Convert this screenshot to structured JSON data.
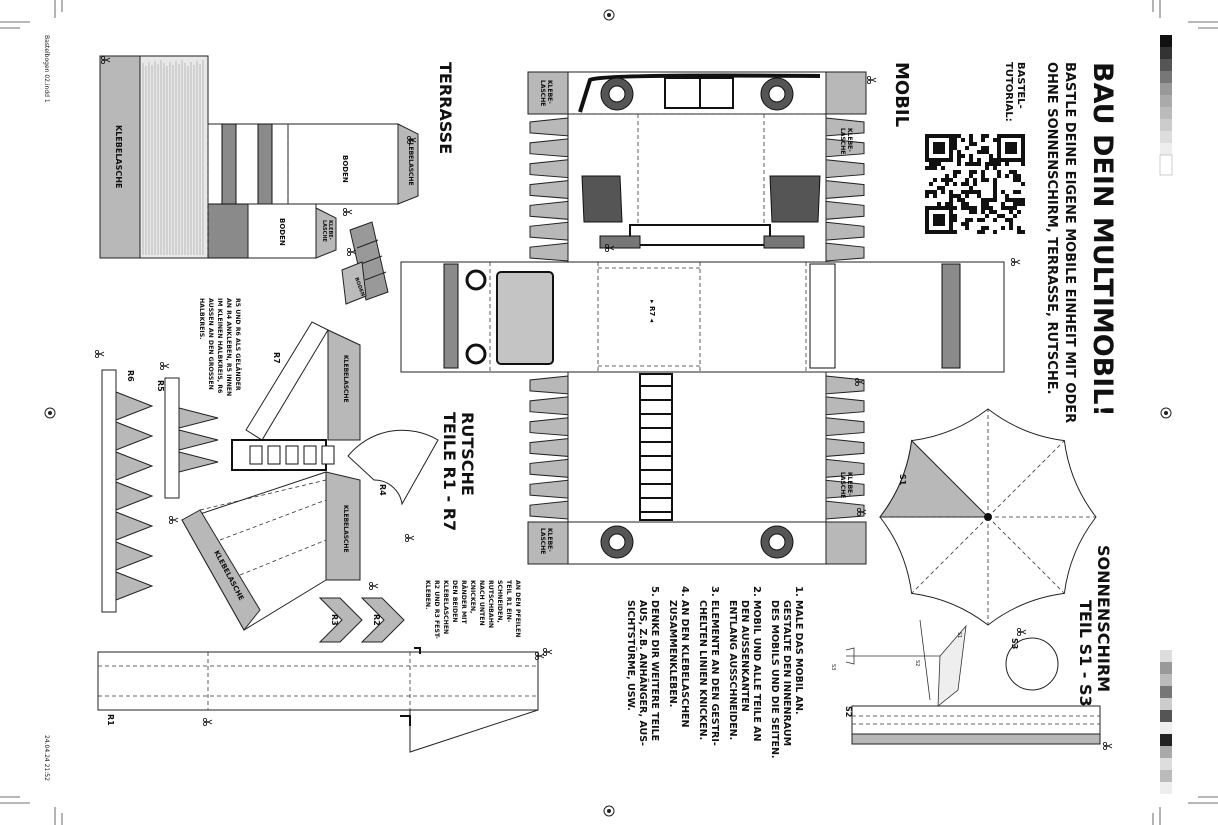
{
  "title": "BAU DEIN MULTIMOBIL!",
  "subtitle_lines": [
    "BASTLE DEINE EIGENE MOBILE EINHEIT MIT ODER",
    "OHNE SONNENSCHIRM, TERRASSE, RUTSCHE."
  ],
  "tutorial_label_lines": [
    "BASTEL-",
    "TUTORIAL:"
  ],
  "sections": {
    "mobil": "MOBIL",
    "terrasse": "TERRASSE",
    "rutsche_lines": [
      "RUTSCHE",
      "TEILE R1 - R7"
    ],
    "sonnenschirm_lines": [
      "SONNENSCHIRM",
      "TEIL S1 - S3"
    ]
  },
  "labels": {
    "klebelasche": "KLEBELASCHE",
    "klebe_lasche_lines": [
      "KLEBE-",
      "LASCHE"
    ],
    "boden": "BODEN",
    "r1": "R1",
    "r2": "R2",
    "r3": "R3",
    "r4": "R4",
    "r5": "R5",
    "r6": "R6",
    "r7": "R7",
    "r7_arrows": "▸ R7 ◂",
    "s1": "S1",
    "s2": "S2",
    "s3": "S3"
  },
  "instructions": [
    {
      "num": "1.",
      "lines": [
        "MALE DAS MOBIL AN.",
        "GESTALTE DEN INNENRAUM",
        "DES MOBILS UND DIE SEITEN."
      ]
    },
    {
      "num": "2.",
      "lines": [
        "MOBIL UND ALLE TEILE AN",
        "DEN AUSSENKANTEN",
        "ENTLANG AUSSCHNEIDEN."
      ]
    },
    {
      "num": "3.",
      "lines": [
        "ELEMENTE AN DEN GESTRI-",
        "CHELTEN LINIEN KNICKEN."
      ]
    },
    {
      "num": "4.",
      "lines": [
        "AN DEN KLEBELASCHEN",
        "ZUSAMMENKLEBEN."
      ]
    },
    {
      "num": "5.",
      "lines": [
        "DENKE DIR WEITERE TEILE",
        "AUS, Z.B. ANHÄNGER, AUS-",
        "SICHTSTÜRME, USW."
      ]
    }
  ],
  "r1_note_lines": [
    "AN DEN PFEILEN",
    "TEIL R1 EIN-",
    "SCHNEIDEN,",
    "RUTSCHBAHN",
    "NACH UNTEN",
    "KNICKEN,",
    "RÄNDER MIT",
    "DEN BEIDEN",
    "KLEBELASCHEN",
    "R2 UND R3 FEST-",
    "KLEBEN."
  ],
  "r6_note_lines": [
    "R5 UND R6 ALS GELÄNDER",
    "AN R4 ANKLEBEN, R5 INNEN",
    "IM KLEINEN HALBKREIS, R6",
    "AUSSEN AN DEN GROSSEN",
    "HALBKREIS."
  ],
  "slug": {
    "file": "Bastelbogen 02.indd 1",
    "date": "24.04.24 21:52"
  },
  "colors": {
    "tab_grey": "#b8b8b8",
    "wood": "#8a8a8a",
    "line": "#222222"
  }
}
